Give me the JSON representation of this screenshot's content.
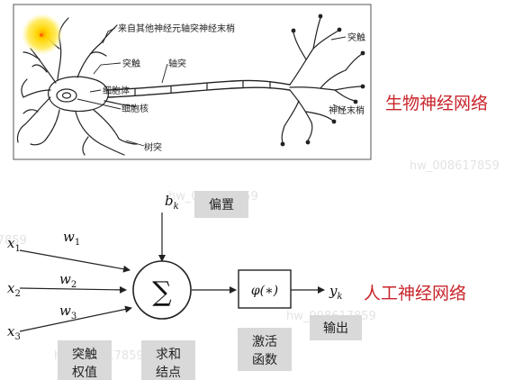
{
  "bio": {
    "labels": {
      "axon_terminals_from_other": "来自其他神经元轴突神经末梢",
      "synapse_left": "突触",
      "axon": "轴突",
      "cell_body": "细胞体",
      "nucleus": "细胞核",
      "dendrite": "树突",
      "synapse_right": "突触",
      "nerve_endings": "神经末梢"
    },
    "title": "生物神经网络"
  },
  "neuron": {
    "inputs": [
      "x",
      "x",
      "x"
    ],
    "input_subs": [
      "1",
      "2",
      "3"
    ],
    "weights": [
      "w",
      "w",
      "w"
    ],
    "weight_subs": [
      "1",
      "2",
      "3"
    ],
    "bias": "b",
    "bias_sub": "k",
    "sum_symbol": "∑",
    "activation": "φ(∗)",
    "output": "y",
    "output_sub": "k",
    "title": "人工神经网络"
  },
  "boxes": {
    "bias": "偏置",
    "weights_line1": "突触",
    "weights_line2": "权值",
    "sum_line1": "求和",
    "sum_line2": "结点",
    "activation_line1": "激活",
    "activation_line2": "函数",
    "output": "输出"
  },
  "watermark": "hw_008617859"
}
